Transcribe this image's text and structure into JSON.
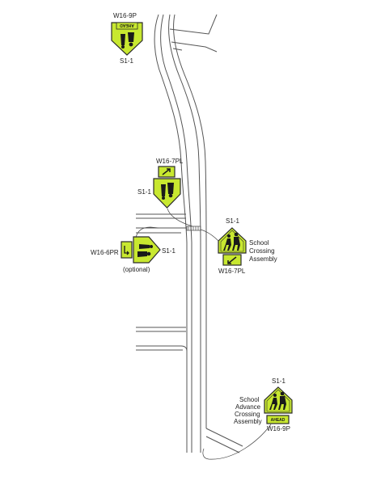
{
  "labels": {
    "top_plaque_code": "W16-9P",
    "top_sign_code": "S1-1",
    "mid_plaque_code": "W16-7PL",
    "mid_sign_code": "S1-1",
    "left_plaque_code": "W16-6PR",
    "left_sign_code": "S1-1",
    "optional_note": "(optional)",
    "assembly_sign_code": "S1-1",
    "assembly_plaque_code": "W16-7PL",
    "assembly_line1": "School",
    "assembly_line2": "Crossing",
    "assembly_line3": "Assembly",
    "advance_sign_code": "S1-1",
    "advance_line1": "School",
    "advance_line2": "Advance",
    "advance_line3": "Crossing",
    "advance_line4": "Assembly",
    "advance_plaque_code": "W16-9P",
    "ahead_text": "AHEAD",
    "top_ahead_text": "AHEAD"
  },
  "colors": {
    "sign_fill": "#c8e830",
    "sign_stroke": "#2a2a2a",
    "road_line": "#555555"
  }
}
